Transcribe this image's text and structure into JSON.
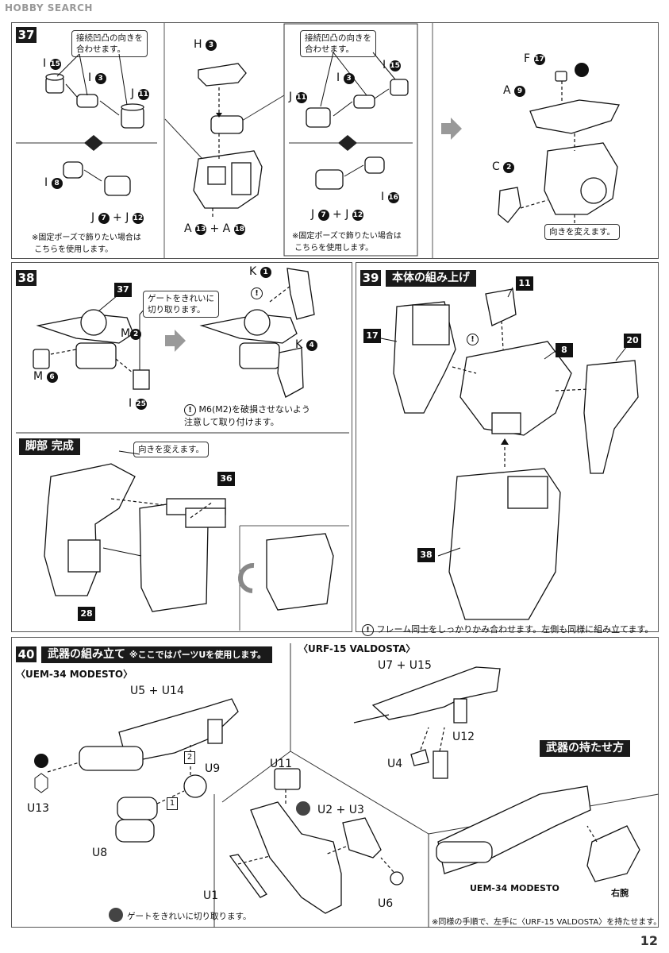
{
  "watermark": "HOBBY SEARCH",
  "page_number": "12",
  "step37": {
    "number": "37",
    "bubble1": "接続凹凸の向きを\n合わせます。",
    "bubble2": "接続凹凸の向きを\n合わせます。",
    "labels": {
      "i15a": "I",
      "i15a_n": "15",
      "i3a": "I",
      "i3a_n": "3",
      "j11a": "J",
      "j11a_n": "11",
      "h3": "H",
      "h3_n": "3",
      "j11b": "J",
      "j11b_n": "11",
      "i3b": "I",
      "i3b_n": "3",
      "i15b": "I",
      "i15b_n": "15",
      "f17": "F",
      "f17_n": "17",
      "a9": "A",
      "a9_n": "9",
      "c2": "C",
      "c2_n": "2",
      "i8": "I",
      "i8_n": "8",
      "j7j12a": "J",
      "j7a_n": "7",
      "plus": "+",
      "j12a": "J",
      "j12a_n": "12",
      "a13": "A",
      "a13_n": "13",
      "a18": "A",
      "a18_n": "18",
      "i16": "I",
      "i16_n": "16",
      "j7j12b": "J",
      "j7b_n": "7",
      "j12b": "J",
      "j12b_n": "12"
    },
    "note1": "※固定ポーズで飾りたい場合は\n こちらを使用します。",
    "note2": "※固定ポーズで飾りたい場合は\n こちらを使用します。",
    "turn": "向きを変えます。"
  },
  "step38": {
    "number": "38",
    "ref37": "37",
    "bubble": "ゲートをきれいに\n切り取ります。",
    "m2": "M",
    "m2_n": "2",
    "m6": "M",
    "m6_n": "6",
    "i25": "I",
    "i25_n": "25",
    "k1": "K",
    "k1_n": "1",
    "k4": "K",
    "k4_n": "4",
    "caution_line1": "M6(M2)を破損させないよう",
    "caution_line2": "注意して取り付けます。"
  },
  "legs": {
    "banner": "脚部 完成",
    "turn": "向きを変えます。",
    "ref36": "36",
    "ref28": "28"
  },
  "step39": {
    "number": "39",
    "title": "本体の組み上げ",
    "ref11": "11",
    "ref17": "17",
    "ref8": "8",
    "ref20": "20",
    "ref38": "38",
    "caution": "フレーム同士をしっかりかみ合わせます。左側も同様に組み立てます。"
  },
  "step40": {
    "number": "40",
    "title": "武器の組み立て",
    "subtitle": "※ここではパーツUを使用します。",
    "modesto": "〈UEM-34 MODESTO〉",
    "valdosta": "〈URF-15 VALDOSTA〉",
    "u5u14": "U5 + U14",
    "u9": "U9",
    "u13": "U13",
    "u8": "U8",
    "u11": "U11",
    "u2u3": "U2 + U3",
    "u1": "U1",
    "u6": "U6",
    "u7u15": "U7 + U15",
    "u12": "U12",
    "u4": "U4",
    "box1": "1",
    "box2": "2",
    "hold_title": "武器の持たせ方",
    "hold_modesto": "UEM-34 MODESTO",
    "right_arm": "右腕",
    "gate_note": "ゲートをきれいに切り取ります。",
    "hold_note": "※同様の手順で、左手に〈URF-15 VALDOSTA〉を持たせます。"
  }
}
